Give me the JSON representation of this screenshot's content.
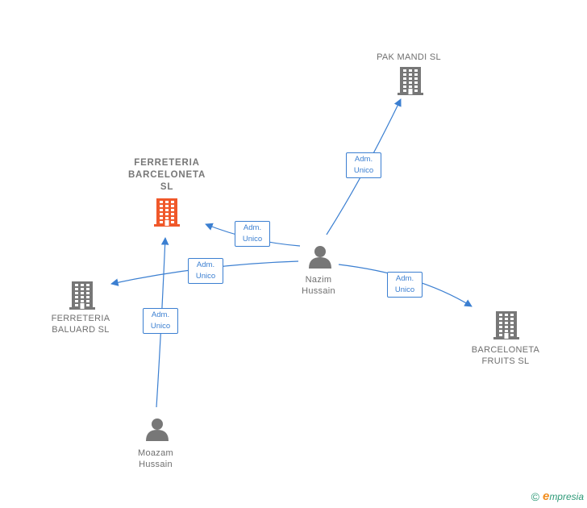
{
  "nodes": [
    {
      "id": "ferreteria_barceloneta",
      "label": "FERRETERIA\nBARCELONETA\nSL",
      "type": "company",
      "color": "#f0582a"
    },
    {
      "id": "pak_mandi",
      "label": "PAK MANDI  SL",
      "type": "company",
      "color": "#777777"
    },
    {
      "id": "ferreteria_baluard",
      "label": "FERRETERIA\nBALUARD  SL",
      "type": "company",
      "color": "#777777"
    },
    {
      "id": "barceloneta_fruits",
      "label": "BARCELONETA\nFRUITS  SL",
      "type": "company",
      "color": "#777777"
    },
    {
      "id": "nazim_hussain",
      "label": "Nazim\nHussain",
      "type": "person",
      "color": "#777777"
    },
    {
      "id": "moazam_hussain",
      "label": "Moazam\nHussain",
      "type": "person",
      "color": "#777777"
    }
  ],
  "edges": [
    {
      "from": "nazim_hussain",
      "to": "pak_mandi",
      "label": "Adm.\nUnico"
    },
    {
      "from": "nazim_hussain",
      "to": "ferreteria_barceloneta",
      "label": "Adm.\nUnico"
    },
    {
      "from": "nazim_hussain",
      "to": "ferreteria_baluard",
      "label": "Adm.\nUnico"
    },
    {
      "from": "nazim_hussain",
      "to": "barceloneta_fruits",
      "label": "Adm.\nUnico"
    },
    {
      "from": "moazam_hussain",
      "to": "ferreteria_barceloneta",
      "label": "Adm.\nUnico"
    }
  ],
  "colors": {
    "edge": "#3b7fd1",
    "main_company": "#f0582a",
    "node": "#777777"
  },
  "footer": {
    "copyright": "©",
    "brand_initial": "e",
    "brand_rest": "mpresia"
  }
}
